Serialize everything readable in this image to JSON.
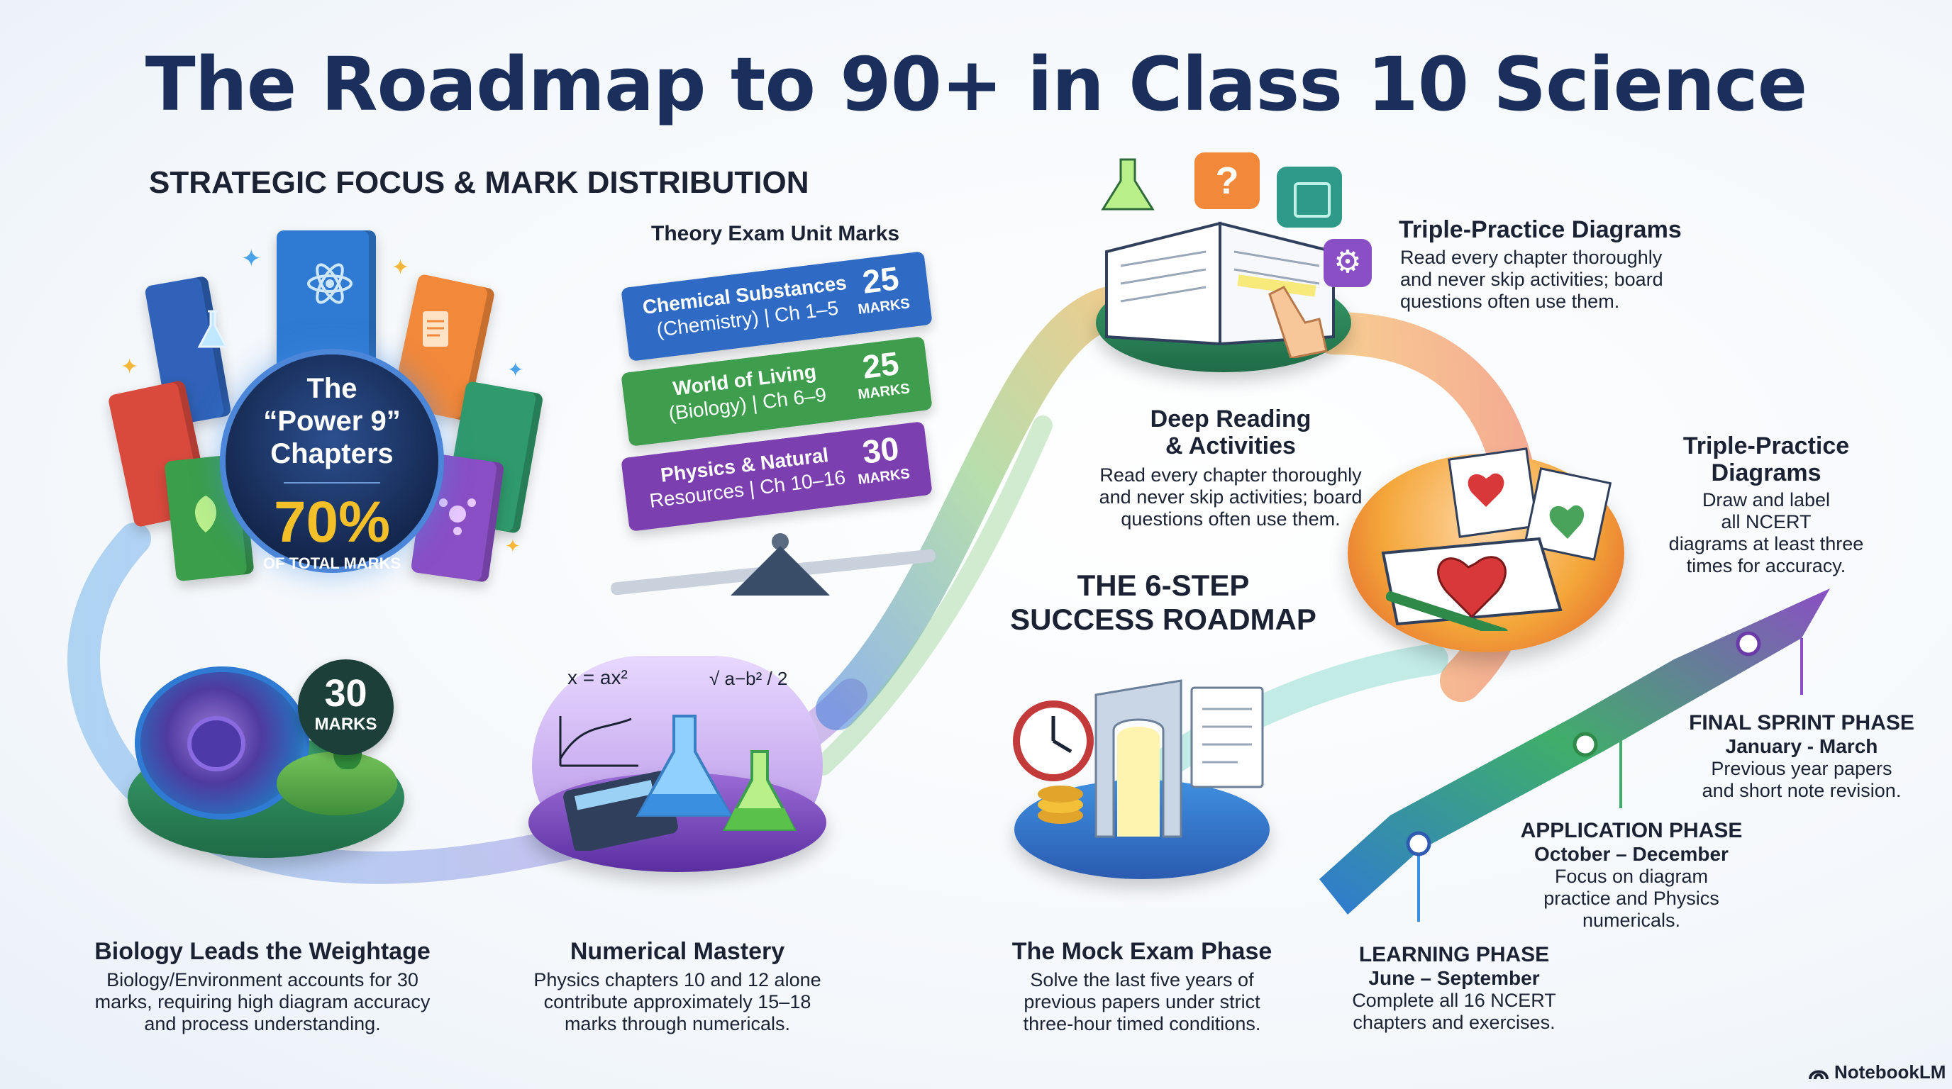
{
  "title": "The Roadmap to 90+ in Class 10 Science",
  "strategic": {
    "heading": "STRATEGIC FOCUS & MARK DISTRIBUTION",
    "power_line1": "The",
    "power_line2": "“Power 9”",
    "power_line3": "Chapters",
    "power_pct": "70%",
    "power_sub": "OF TOTAL MARKS"
  },
  "theory": {
    "label": "Theory Exam Unit Marks",
    "units": [
      {
        "line1": "Chemical Substances",
        "line2": "(Chemistry) | Ch 1–5",
        "marks": "25",
        "unit": "MARKS",
        "color": "#2f6bc4"
      },
      {
        "line1": "World of Living",
        "line2": "(Biology) | Ch 6–9",
        "marks": "25",
        "unit": "MARKS",
        "color": "#3f9e4e"
      },
      {
        "line1": "Physics & Natural",
        "line2": "Resources | Ch 10–16",
        "marks": "30",
        "unit": "MARKS",
        "color": "#7b3fb0"
      }
    ]
  },
  "biology": {
    "badge_num": "30",
    "badge_unit": "MARKS",
    "title": "Biology Leads the Weightage",
    "desc": [
      "Biology/Environment accounts for 30",
      "marks, requiring high diagram accuracy",
      "and process understanding."
    ]
  },
  "numerical": {
    "formula1": "x = ax²",
    "formula2": "√ a−b² / 2",
    "title": "Numerical Mastery",
    "desc": [
      "Physics chapters 10 and 12 alone",
      "contribute approximately 15–18",
      "marks through numericals."
    ]
  },
  "deep_reading": {
    "title_line1": "Deep Reading",
    "title_line2": "& Activities",
    "desc": [
      "Read every chapter thoroughly",
      "and never skip activities; board",
      "questions often use them."
    ]
  },
  "triple_top": {
    "title": "Triple-Practice Diagrams",
    "desc": [
      "Read every chapter thoroughly",
      "and never skip activities; board",
      "questions often use them."
    ]
  },
  "triple_right": {
    "title_line1": "Triple-Practice",
    "title_line2": "Diagrams",
    "desc": [
      "Draw and label",
      "all NCERT",
      "diagrams at least three",
      "times for accuracy."
    ]
  },
  "roadmap_heading": {
    "line1": "THE 6-STEP",
    "line2": "SUCCESS ROADMAP"
  },
  "mock": {
    "title": "The Mock Exam Phase",
    "desc": [
      "Solve the last five years of",
      "previous papers under strict",
      "three-hour timed conditions."
    ]
  },
  "phases": [
    {
      "title": "LEARNING PHASE",
      "date": "June – September",
      "desc": [
        "Complete all 16 NCERT",
        "chapters and exercises."
      ]
    },
    {
      "title": "APPLICATION PHASE",
      "date": "October – December",
      "desc": [
        "Focus on diagram",
        "practice and Physics",
        "numericals."
      ]
    },
    {
      "title": "FINAL SPRINT PHASE",
      "date": "January - March",
      "desc": [
        "Previous year papers",
        "and short note revision."
      ]
    }
  ],
  "brand": "NotebookLM",
  "icons": [
    "sparkle-icon",
    "atom-icon",
    "flask-icon",
    "document-icon",
    "leaf-icon",
    "molecule-icon",
    "question-icon",
    "chip-icon",
    "gear-icon",
    "pointer-hand-icon",
    "heart-icon",
    "pencil-icon",
    "clock-icon",
    "coins-icon",
    "arch-icon",
    "calculator-icon",
    "notebook-logo-icon"
  ]
}
